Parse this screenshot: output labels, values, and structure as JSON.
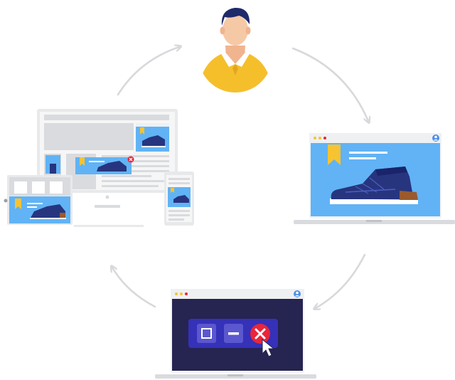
{
  "diagram": {
    "nodes": [
      {
        "id": "user",
        "icon": "user-avatar-icon"
      },
      {
        "id": "laptop-ad",
        "icon": "laptop-icon"
      },
      {
        "id": "laptop-close",
        "icon": "laptop-icon"
      },
      {
        "id": "multi-device",
        "icon": "devices-icon"
      }
    ],
    "flow": [
      "user",
      "laptop-ad",
      "laptop-close",
      "multi-device",
      "user"
    ],
    "window_controls": [
      "maximize-icon",
      "minimize-icon",
      "close-icon"
    ]
  },
  "colors": {
    "accent_blue": "#5aabf2",
    "screen_light_blue": "#61b3f5",
    "shoe_navy": "#27357f",
    "dark_screen": "#262450",
    "control_panel": "#3531b8",
    "close_red": "#e8263c",
    "bookmark_yellow": "#f7c331",
    "shirt_yellow": "#f5bf2c",
    "skin": "#f6c9a6",
    "hair": "#1f2a6b",
    "arrow_gray": "#d7d9dc",
    "device_gray": "#e8e9eb"
  }
}
